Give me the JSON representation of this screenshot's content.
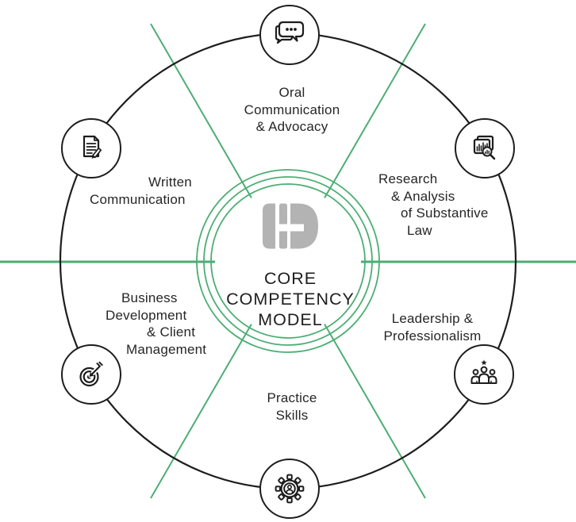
{
  "title": {
    "lines": [
      "CORE",
      "COMPETENCY",
      "MODEL"
    ]
  },
  "logo": {
    "name": "h-monogram-logo",
    "color": "#b3b3b3"
  },
  "colors": {
    "green": "#4cae73",
    "ink": "#1d1d1d",
    "text": "#262626"
  },
  "segments": [
    {
      "id": "oral",
      "label_lines": [
        "Oral",
        "Communication",
        "& Advocacy"
      ],
      "icon": "chat-bubbles-icon",
      "position": "top"
    },
    {
      "id": "research",
      "label_lines": [
        "Research",
        "& Analysis",
        "of Substantive",
        "Law"
      ],
      "icon": "document-chart-magnifier-icon",
      "position": "upper-right"
    },
    {
      "id": "leadership",
      "label_lines": [
        "Leadership &",
        "Professionalism"
      ],
      "icon": "team-star-icon",
      "position": "lower-right"
    },
    {
      "id": "practice",
      "label_lines": [
        "Practice",
        "Skills"
      ],
      "icon": "gear-person-icon",
      "position": "bottom"
    },
    {
      "id": "business",
      "label_lines": [
        "Business",
        "Development",
        "& Client",
        "Management"
      ],
      "icon": "target-dart-icon",
      "position": "lower-left"
    },
    {
      "id": "written",
      "label_lines": [
        "Written",
        "Communication"
      ],
      "icon": "document-pencil-icon",
      "position": "upper-left"
    }
  ]
}
